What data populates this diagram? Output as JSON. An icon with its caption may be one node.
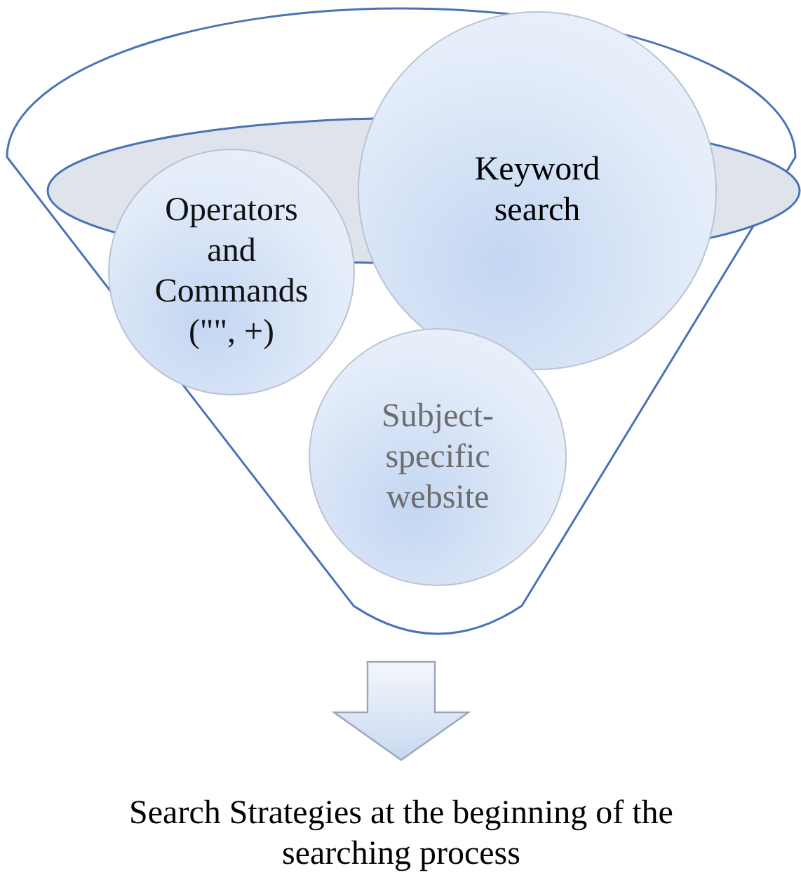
{
  "diagram": {
    "nodes": [
      {
        "text": [],
        "shape": "funnel"
      },
      {
        "text": [
          "Operators and Commands (\"\", +)"
        ],
        "in": 0
      },
      {
        "text": [
          "Keyword search"
        ],
        "in": 0
      },
      {
        "text": [
          "Subject-specific website"
        ],
        "in": 0
      },
      {
        "text": [
          "Search Strategies at the beginning of the searching process"
        ]
      }
    ],
    "edges": [
      {
        "from": 0,
        "to": 4,
        "arrow": "to"
      }
    ]
  }
}
